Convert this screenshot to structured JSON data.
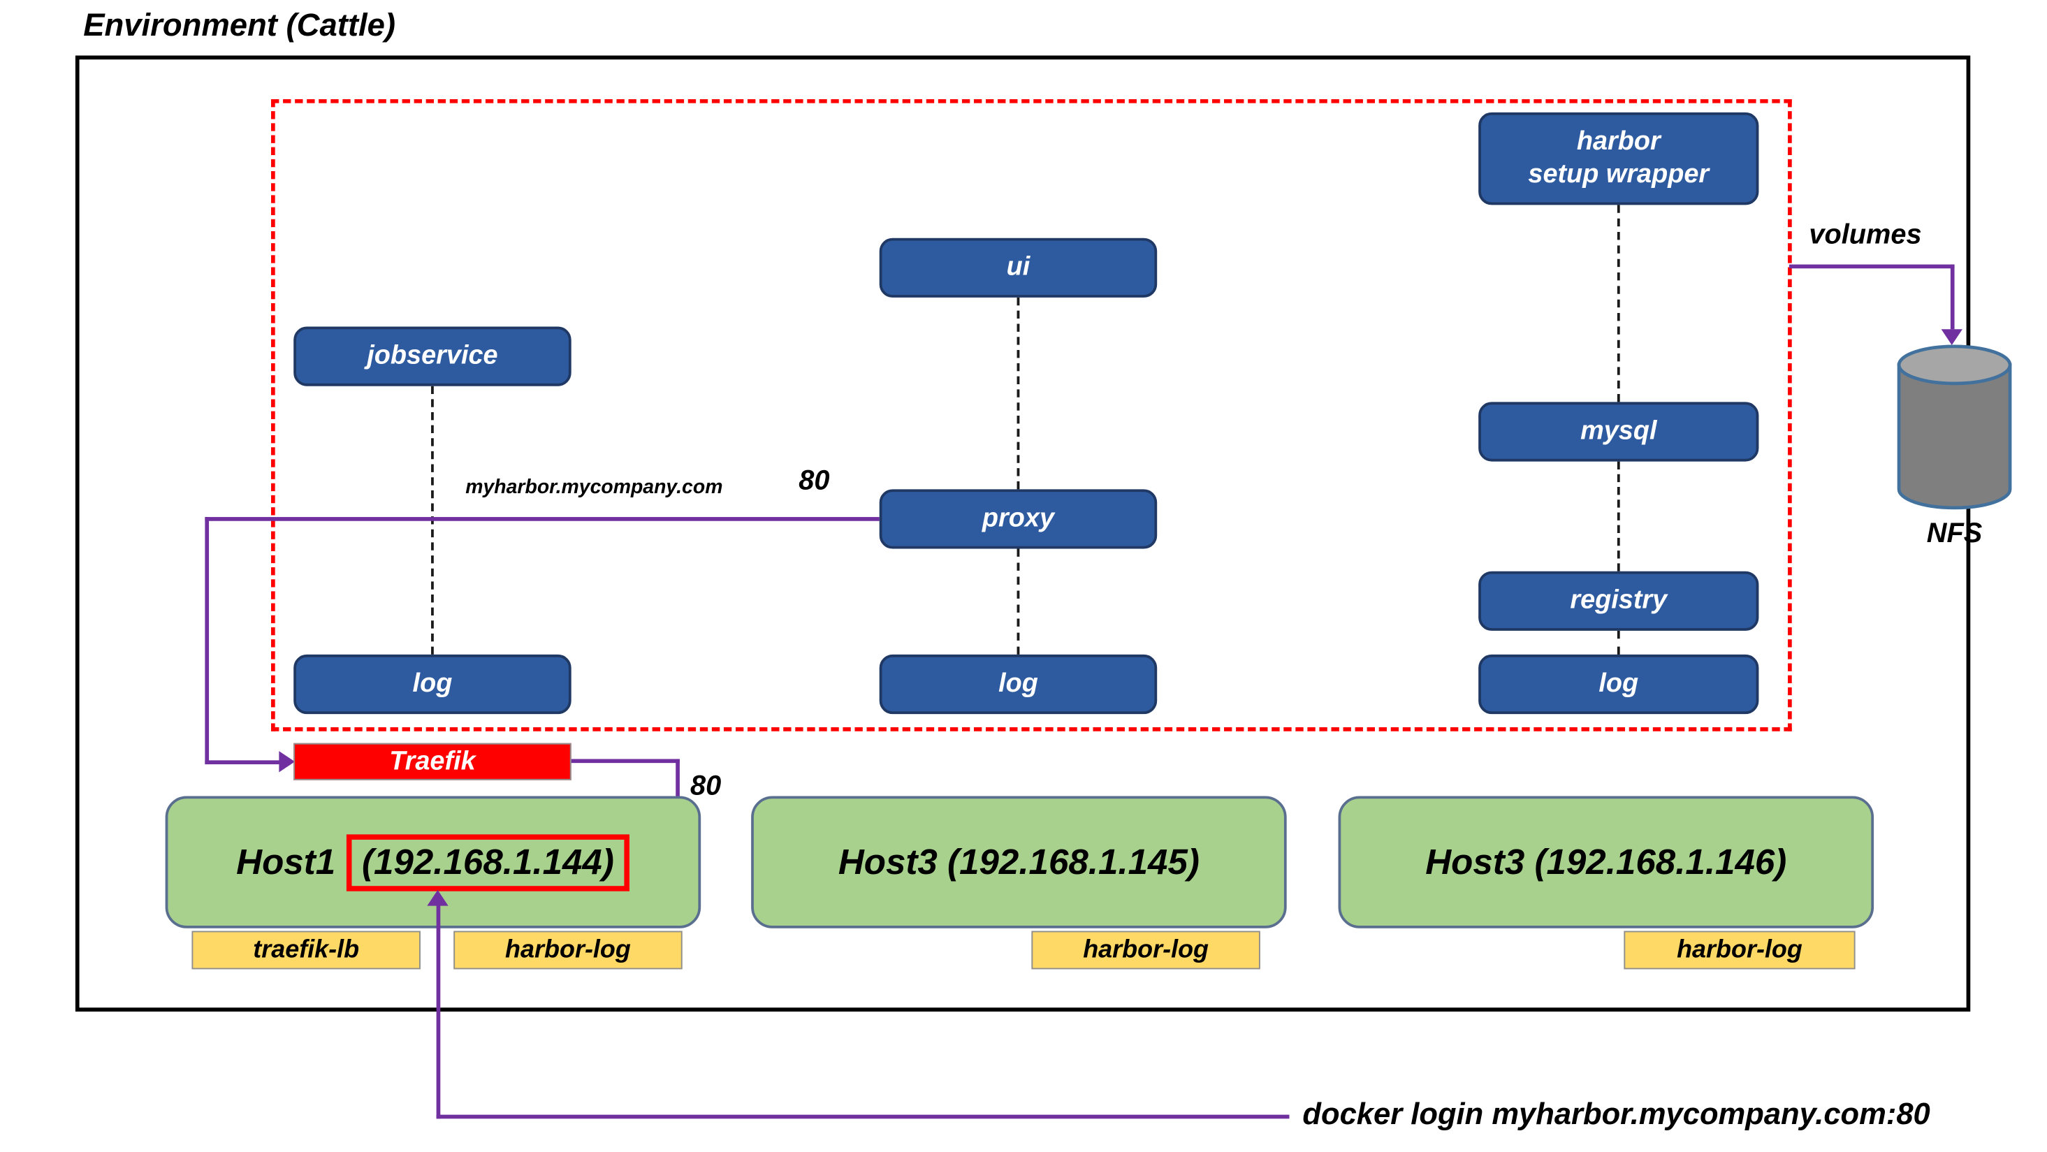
{
  "title": "Environment (Cattle)",
  "nodes": {
    "harbor_setup_wrapper": {
      "line1": "harbor",
      "line2": "setup wrapper"
    },
    "ui": {
      "label": "ui"
    },
    "jobservice": {
      "label": "jobservice"
    },
    "mysql": {
      "label": "mysql"
    },
    "proxy": {
      "label": "proxy"
    },
    "registry": {
      "label": "registry"
    },
    "log_left": {
      "label": "log"
    },
    "log_middle": {
      "label": "log"
    },
    "log_right": {
      "label": "log"
    }
  },
  "traefik": {
    "label": "Traefik"
  },
  "hosts": [
    {
      "name": "Host1",
      "ip": "(192.168.1.144)"
    },
    {
      "label": "Host3 (192.168.1.145)"
    },
    {
      "label": "Host3 (192.168.1.146)"
    }
  ],
  "badges": {
    "traefik_lb": "traefik-lb",
    "harbor_log_1": "harbor-log",
    "harbor_log_2": "harbor-log",
    "harbor_log_3": "harbor-log"
  },
  "labels": {
    "domain": "myharbor.mycompany.com",
    "proxy_port": "80",
    "traefik_port": "80",
    "volumes": "volumes",
    "nfs": "NFS",
    "docker_login": "docker login myharbor.mycompany.com:80"
  },
  "colors": {
    "node-blue": "#2E5B9F",
    "node-border": "#1F3864",
    "accent-red": "#FF0000",
    "host-green": "#A9D18E",
    "badge-yellow": "#FFD966",
    "line-purple": "#7030A0"
  }
}
